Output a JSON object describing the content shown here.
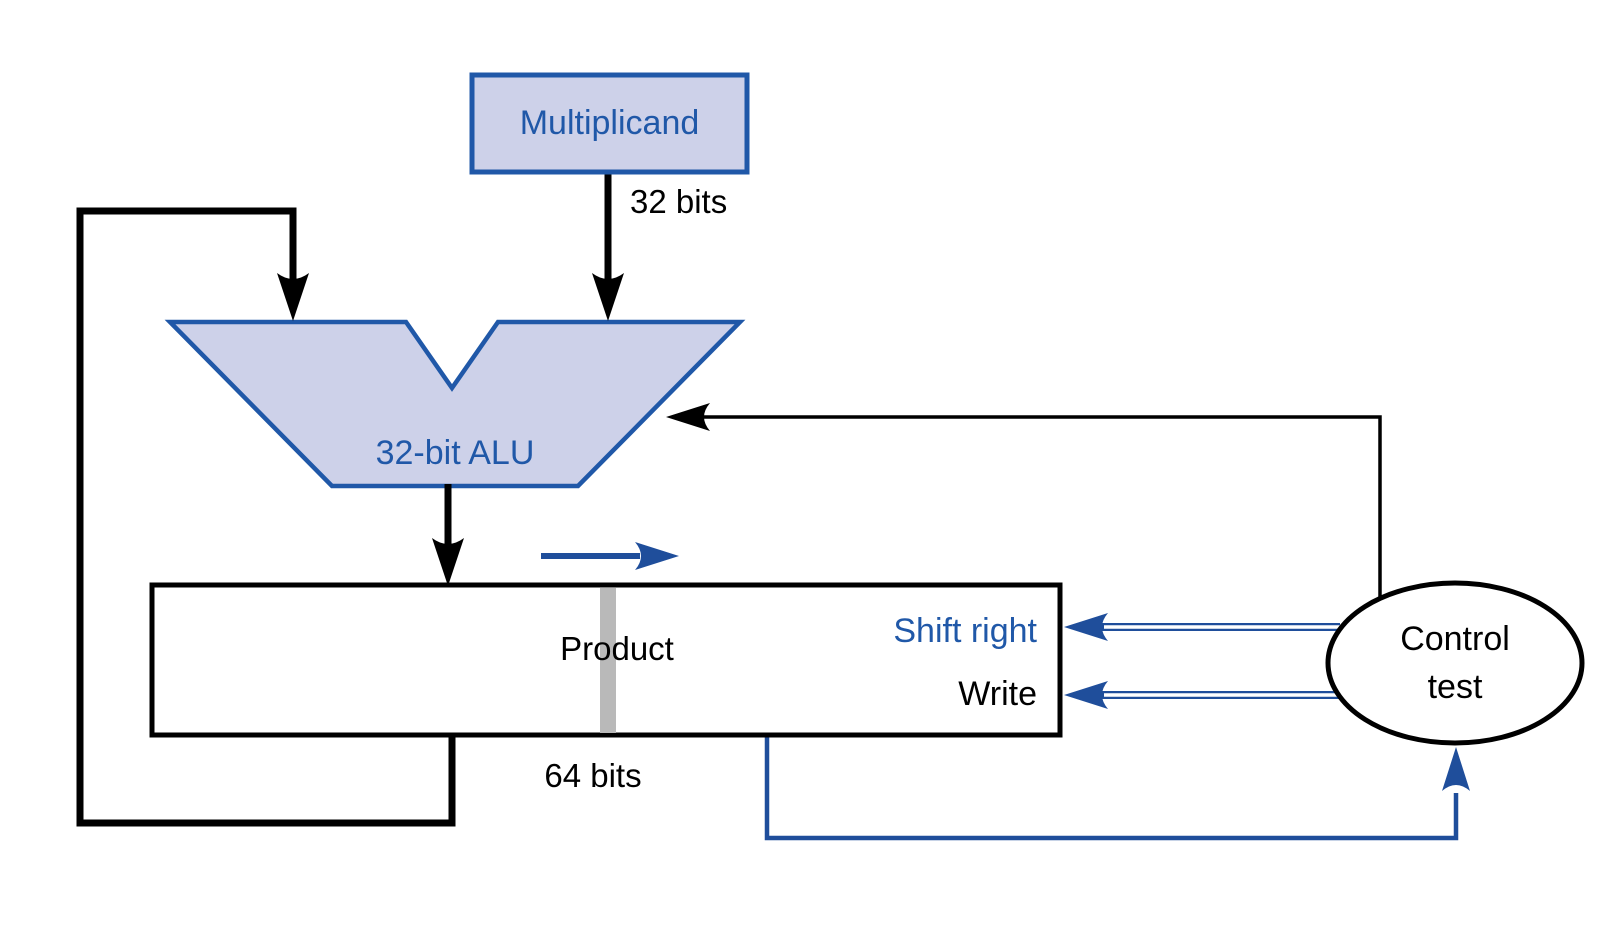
{
  "diagram": {
    "type": "block-diagram",
    "subject": "multiply-hardware-datapath",
    "nodes": {
      "multiplicand": {
        "label": "Multiplicand"
      },
      "alu": {
        "label": "32-bit ALU"
      },
      "product": {
        "label": "Product"
      },
      "control": {
        "line1": "Control",
        "line2": "test"
      }
    },
    "labels": {
      "multiplicand_bus_width": "32 bits",
      "product_bus_width": "64 bits"
    },
    "control_signals": {
      "shift_right": "Shift right",
      "write": "Write"
    },
    "colors": {
      "node_fill": "#cdd1e9",
      "node_stroke": "#2058a8",
      "blue_text": "#2058a8",
      "control_line_blue": "#1f4e9b",
      "datapath_black": "#000000",
      "divider_gray": "#b9b9b9",
      "background": "#ffffff"
    }
  }
}
